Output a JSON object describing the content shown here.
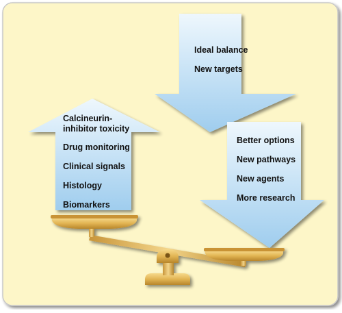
{
  "colors": {
    "panel_fill": "#fdf6c8",
    "panel_border": "#c8c8c8",
    "arrow_light": "#eef7fd",
    "arrow_dark": "#9fcdee",
    "gold_light": "#f6d98a",
    "gold_dark": "#b8862b"
  },
  "up_arrow": {
    "labels": [
      "Calcineurin-",
      "inhibitor toxicity",
      "Drug monitoring",
      "Clinical signals",
      "Histology",
      "Biomarkers"
    ]
  },
  "top_arrow": {
    "labels": [
      "Ideal balance",
      "New targets"
    ]
  },
  "right_arrow": {
    "labels": [
      "Better options",
      "New pathways",
      "New agents",
      "More research"
    ]
  }
}
